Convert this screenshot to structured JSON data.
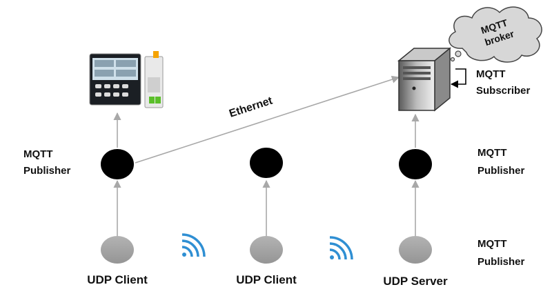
{
  "labels": {
    "eth": "Ethernet",
    "broker": [
      "MQTT",
      "broker"
    ],
    "subscriber": [
      "MQTT",
      "Subscriber"
    ],
    "pub_left": [
      "MQTT",
      "Publisher"
    ],
    "pub_right": [
      "MQTT",
      "Publisher"
    ],
    "pub_bottom": [
      "MQTT",
      "Publisher"
    ],
    "client1": "UDP Client",
    "client2": "UDP Client",
    "server": "UDP Server"
  },
  "colors": {
    "publisher_node": "#000000",
    "udp_node": "#a6a6a6",
    "connector": "#a8a8a8",
    "wifi": "#2f8fd3",
    "cloud": "#d7d7d7"
  },
  "icons": {
    "energy_meter": "energy-meter-device-icon",
    "server": "server-tower-icon",
    "cloud": "cloud-icon",
    "wifi": "wifi-icon"
  }
}
